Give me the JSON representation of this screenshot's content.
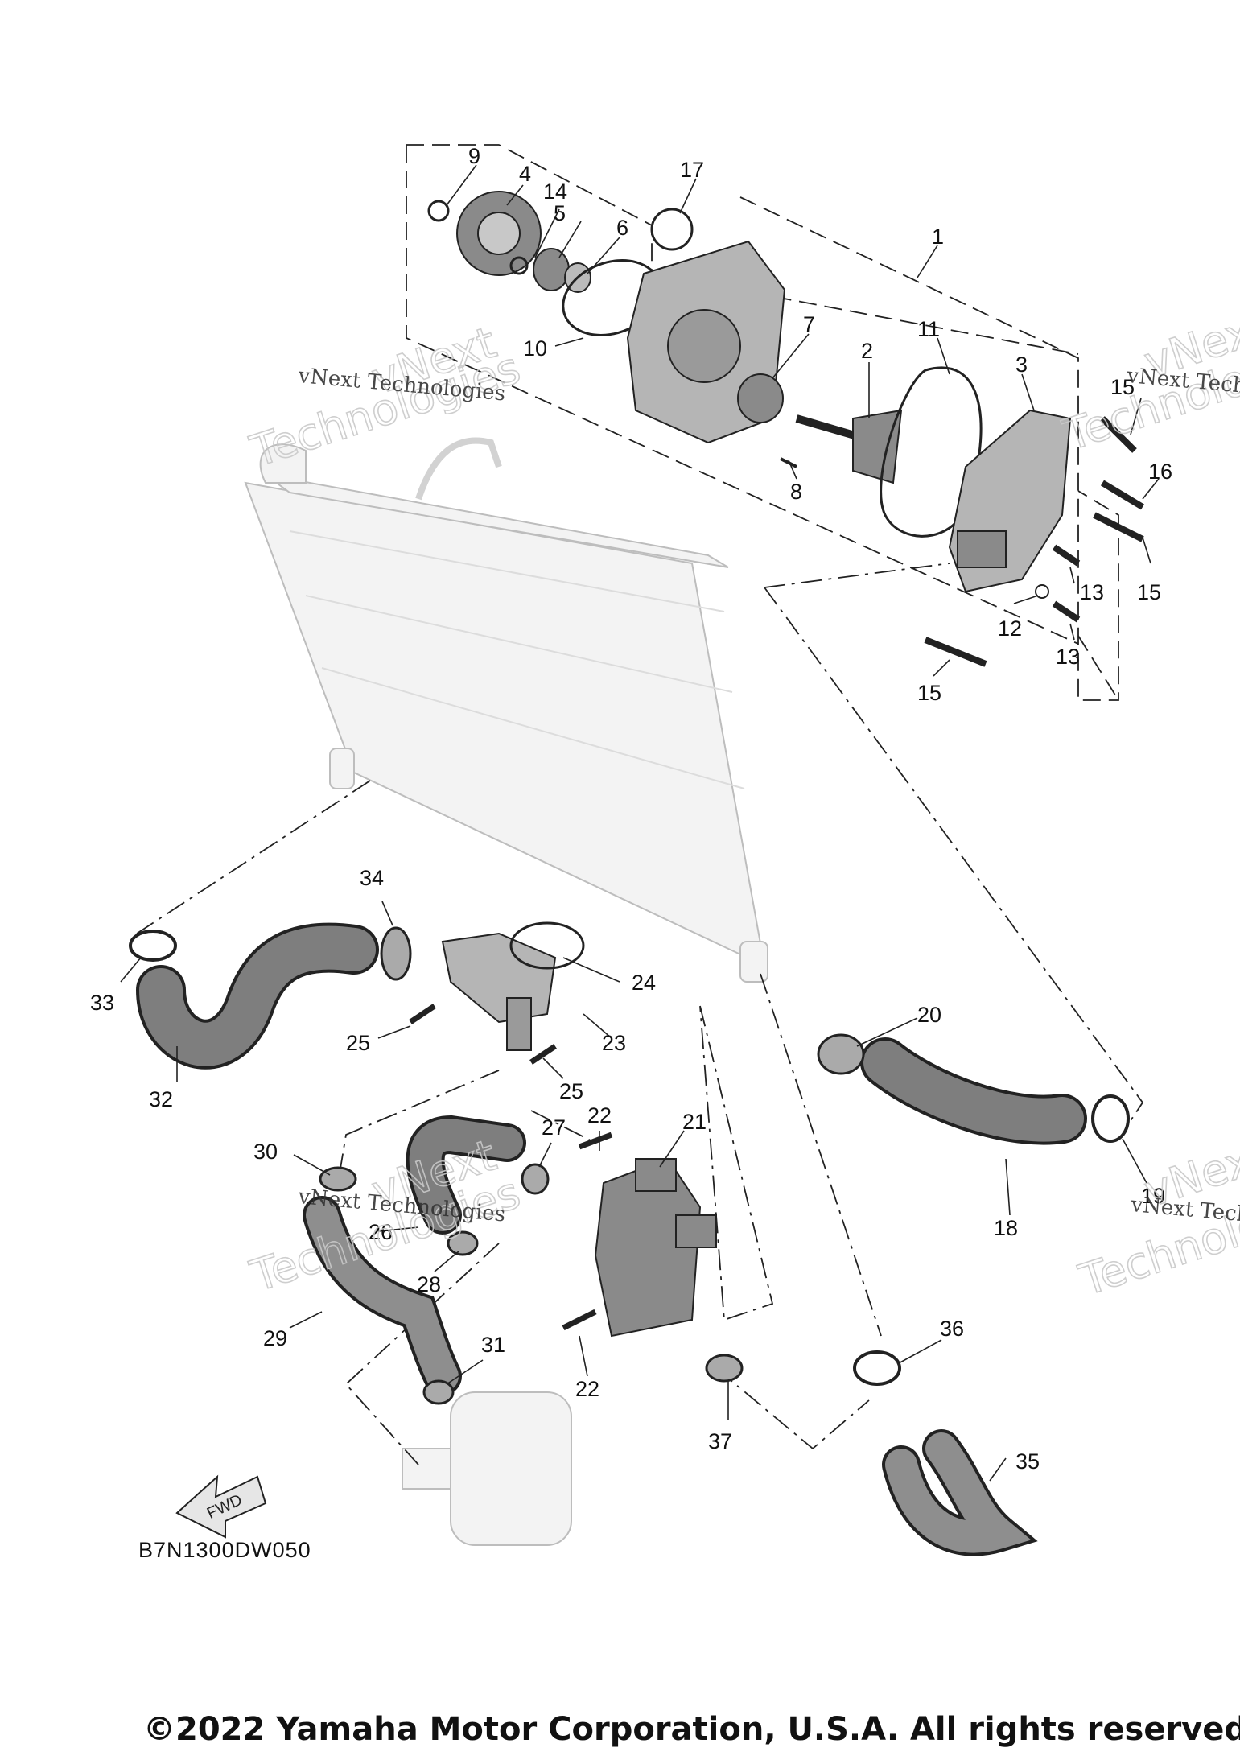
{
  "diagram_code": "B7N1300DW050",
  "copyright": "©2022 Yamaha Motor Corporation, U.S.A. All rights reserved.",
  "watermark": {
    "text_small": "vNext Technologies",
    "text_big_1": "vNext",
    "text_big_2": "Technologies"
  },
  "fwd_label": "FWD",
  "parts": [
    {
      "num": "1"
    },
    {
      "num": "2"
    },
    {
      "num": "3"
    },
    {
      "num": "4"
    },
    {
      "num": "5"
    },
    {
      "num": "6"
    },
    {
      "num": "7"
    },
    {
      "num": "8"
    },
    {
      "num": "9"
    },
    {
      "num": "10"
    },
    {
      "num": "11"
    },
    {
      "num": "12"
    },
    {
      "num": "13"
    },
    {
      "num": "13"
    },
    {
      "num": "14"
    },
    {
      "num": "15"
    },
    {
      "num": "15"
    },
    {
      "num": "15"
    },
    {
      "num": "16"
    },
    {
      "num": "17"
    },
    {
      "num": "18"
    },
    {
      "num": "19"
    },
    {
      "num": "20"
    },
    {
      "num": "21"
    },
    {
      "num": "22"
    },
    {
      "num": "22"
    },
    {
      "num": "23"
    },
    {
      "num": "24"
    },
    {
      "num": "25"
    },
    {
      "num": "25"
    },
    {
      "num": "26"
    },
    {
      "num": "27"
    },
    {
      "num": "28"
    },
    {
      "num": "29"
    },
    {
      "num": "30"
    },
    {
      "num": "31"
    },
    {
      "num": "32"
    },
    {
      "num": "33"
    },
    {
      "num": "34"
    },
    {
      "num": "35"
    },
    {
      "num": "36"
    },
    {
      "num": "37"
    }
  ]
}
